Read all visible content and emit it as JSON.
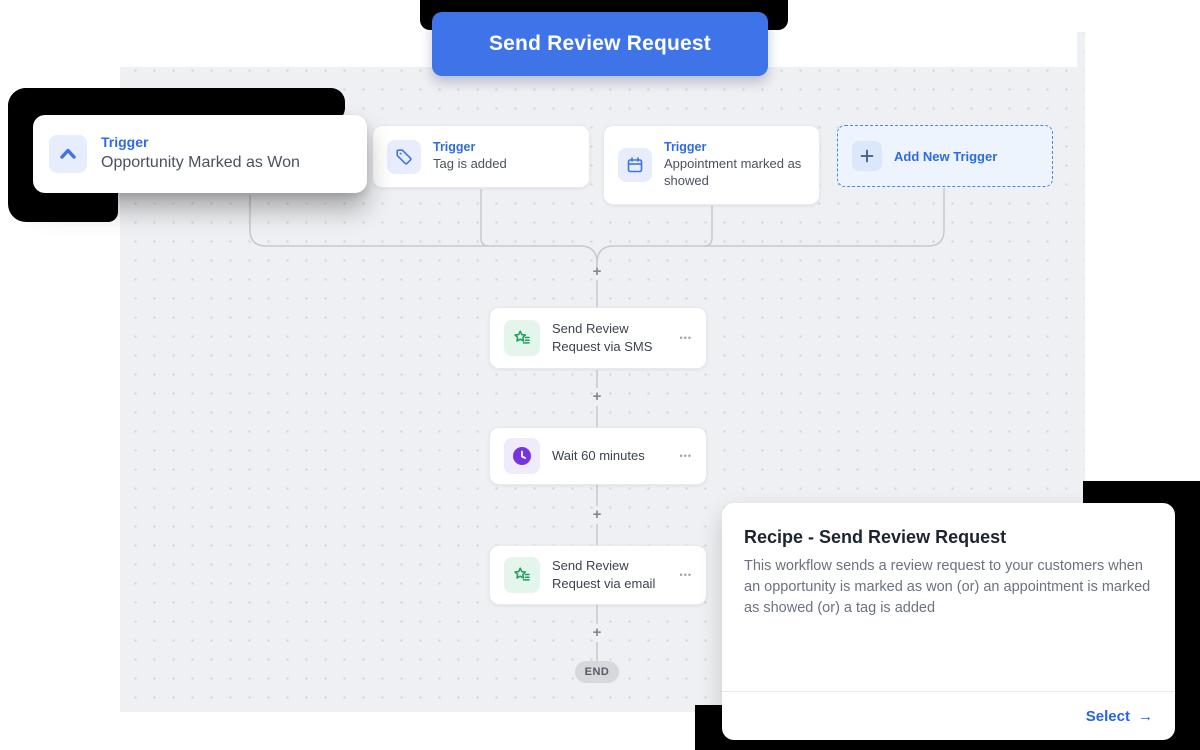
{
  "banner": {
    "label": "Send Review Request"
  },
  "plus": "+",
  "more_glyph": "•••",
  "triggers": [
    {
      "label": "Trigger",
      "title": "Opportunity Marked as Won",
      "icon": "chevron-up-icon"
    },
    {
      "label": "Trigger",
      "title": "Tag is added",
      "icon": "tag-icon"
    },
    {
      "label": "Trigger",
      "title": "Appointment marked as showed",
      "icon": "calendar-icon"
    }
  ],
  "add_trigger": {
    "label": "Add New Trigger",
    "icon": "plus-icon"
  },
  "steps": [
    {
      "title": "Send Review Request via SMS",
      "icon": "review-star-icon"
    },
    {
      "title": "Wait 60 minutes",
      "icon": "clock-icon"
    },
    {
      "title": "Send Review Request via email",
      "icon": "review-star-icon"
    }
  ],
  "end_label": "END",
  "recipe": {
    "title": "Recipe - Send Review Request",
    "description": "This workflow sends a review request to your customers when an opportunity is marked as won (or) an appointment is marked as showed (or) a tag is added",
    "select_label": "Select",
    "arrow": "→"
  },
  "colors": {
    "accent_blue": "#3e74e8",
    "icon_green": "#1c9d58",
    "icon_purple": "#7533e2",
    "canvas_bg": "#eff0f3",
    "wire_gray": "#c6c9cf"
  }
}
